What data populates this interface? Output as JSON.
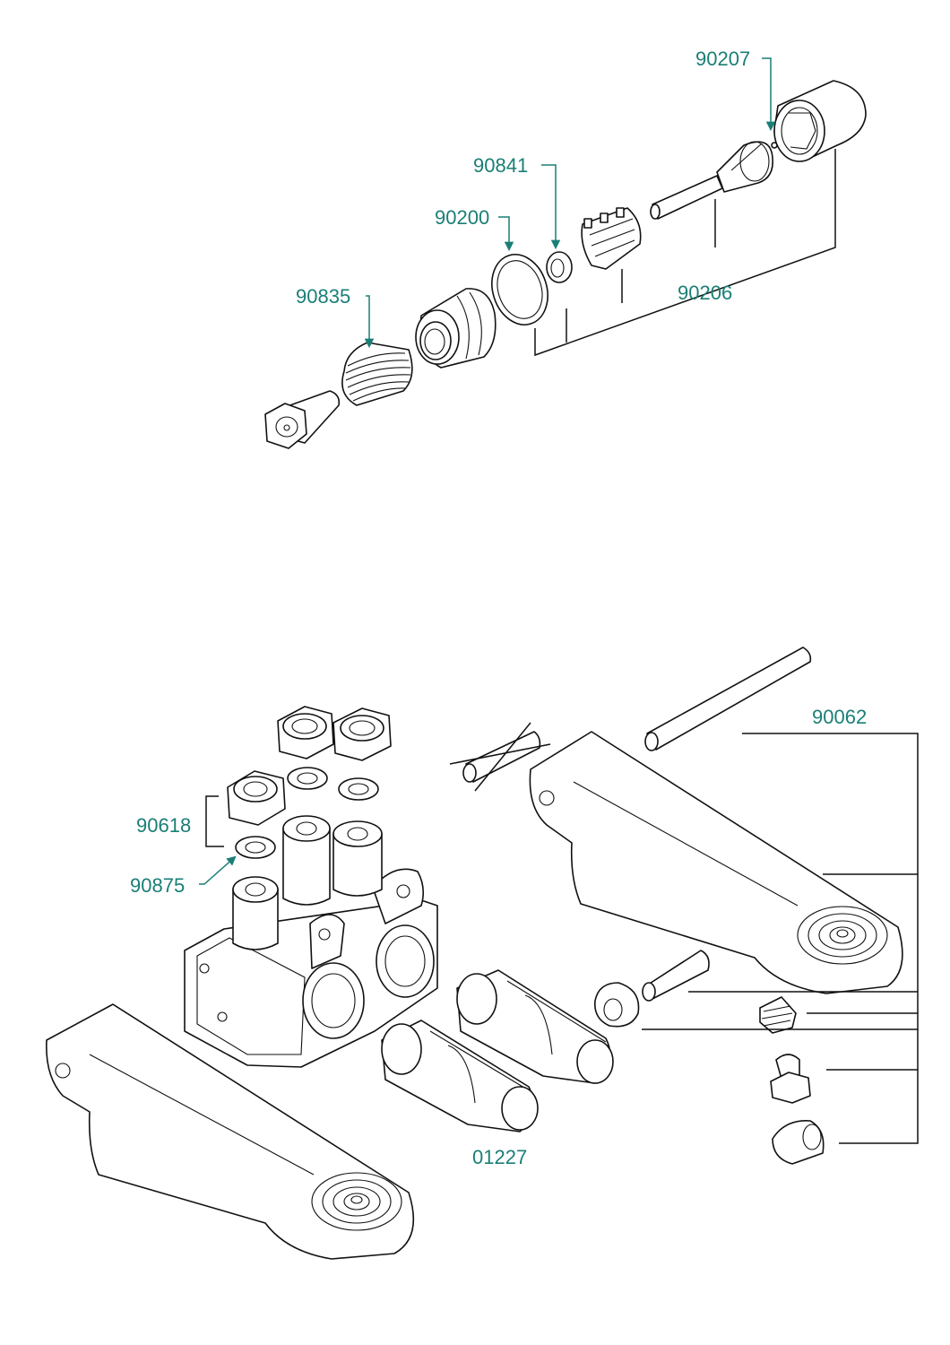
{
  "colors": {
    "label": "#1a7f76",
    "line": "#111111",
    "background": "#ffffff"
  },
  "labels": {
    "p90207": "90207",
    "p90841": "90841",
    "p90200": "90200",
    "p90835": "90835",
    "p90206": "90206",
    "p90062": "90062",
    "p90618": "90618",
    "p90875": "90875",
    "p01227": "01227"
  }
}
